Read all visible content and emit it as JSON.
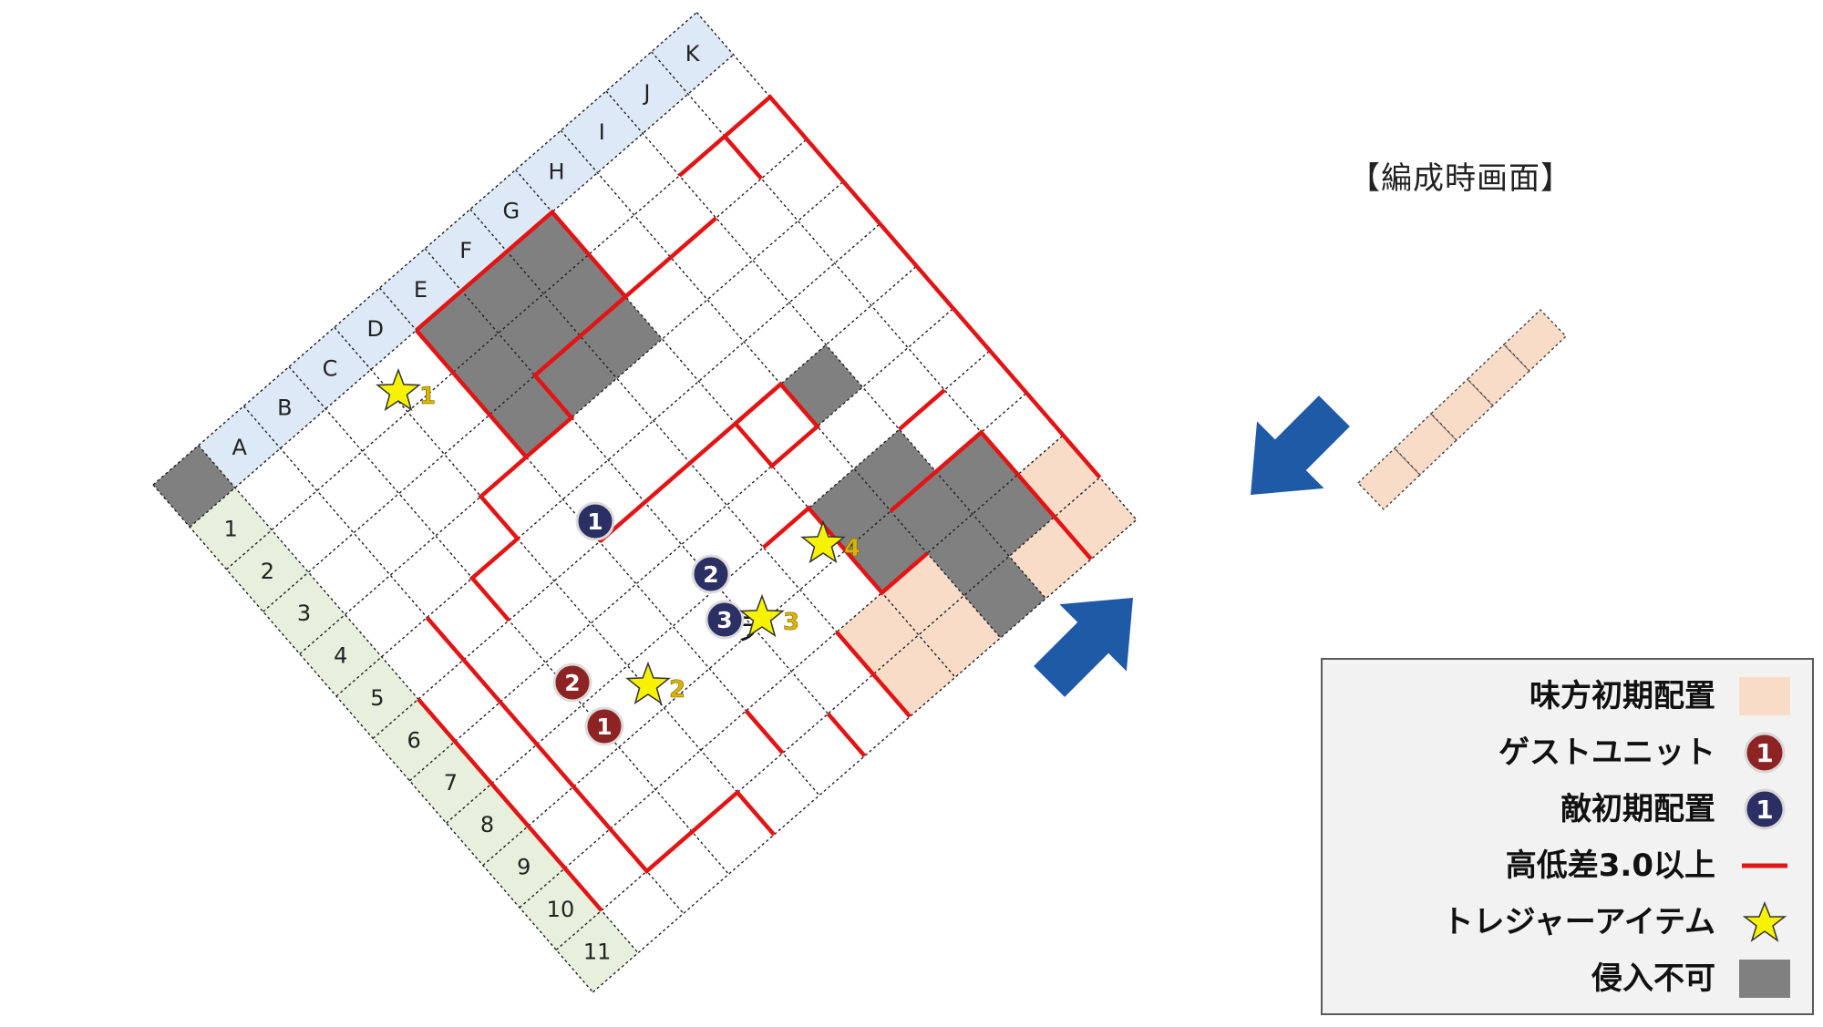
{
  "screen_title": "【編成時画面】",
  "map": {
    "columns": [
      "A",
      "B",
      "C",
      "D",
      "E",
      "F",
      "G",
      "H",
      "I",
      "J",
      "K"
    ],
    "rows": [
      "1",
      "2",
      "3",
      "4",
      "5",
      "6",
      "7",
      "8",
      "9",
      "10",
      "11"
    ],
    "special_label": "ラ",
    "colors": {
      "column_header": "#dde9f6",
      "row_header": "#e6f0dc",
      "ally": "#f9dcc8",
      "blocked": "#808080",
      "height_line": "#e21414",
      "enemy": "#2b2f63",
      "guest": "#8e2323",
      "treasure": "#f7f200",
      "treasure_number": "#d9b400",
      "arrow": "#1f5aa6"
    }
  },
  "markers": {
    "enemies": [
      {
        "label": "1"
      },
      {
        "label": "2"
      },
      {
        "label": "3"
      }
    ],
    "guests": [
      {
        "label": "1"
      },
      {
        "label": "2"
      }
    ],
    "treasures": [
      {
        "label": "1"
      },
      {
        "label": "2"
      },
      {
        "label": "3"
      },
      {
        "label": "4"
      }
    ]
  },
  "legend": {
    "ally_initial": "味方初期配置",
    "guest_unit": "ゲストユニット",
    "enemy_initial": "敵初期配置",
    "height_diff": "高低差3.0以上",
    "treasure_item": "トレジャーアイテム",
    "impassable": "侵入不可",
    "guest_icon_label": "1",
    "enemy_icon_label": "1"
  }
}
